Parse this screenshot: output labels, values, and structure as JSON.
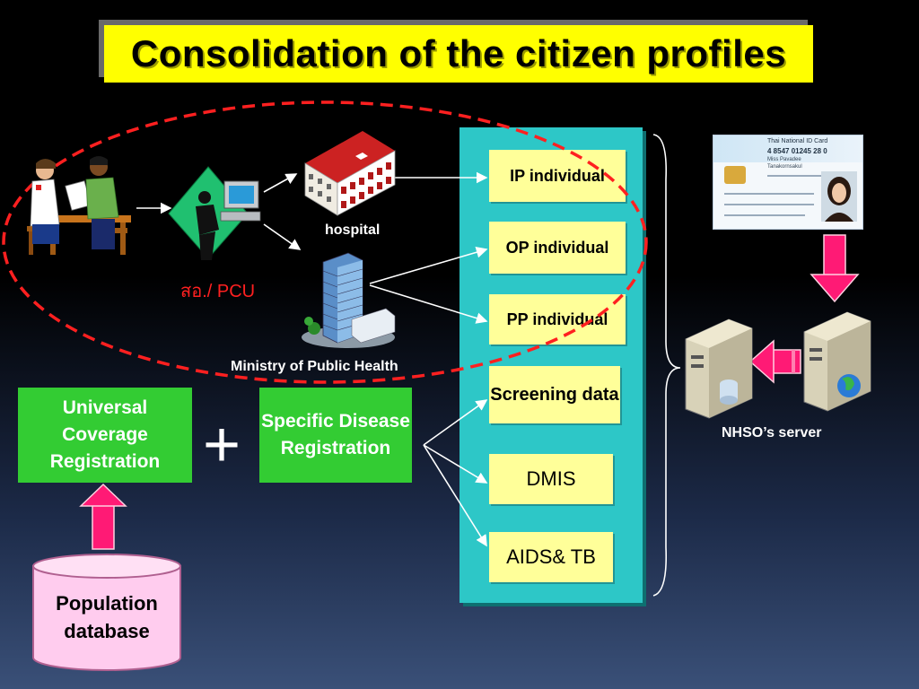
{
  "title": "Consolidation of the citizen profiles",
  "labels": {
    "pcu": "สอ./ PCU",
    "hospital": "hospital",
    "ministry": "Ministry of Public Health",
    "nhso_server": "NHSO’s server",
    "plus": "+"
  },
  "panel_items": [
    "IP individual",
    "OP individual",
    "PP individual",
    "Screening data",
    "DMIS",
    "AIDS& TB"
  ],
  "registrations": {
    "universal": "Universal Coverage Registration",
    "specific": "Specific Disease Registration"
  },
  "population_db": "Population database",
  "id_card": {
    "header": "Thai National ID Card",
    "number": "4 8547 01245 28 0",
    "name": "Miss Pavadee",
    "last_name": "Tanakornsakul"
  },
  "colors": {
    "title_bg": "#ffff00",
    "panel_bg": "#2dc7c7",
    "item_bg": "#ffff99",
    "green": "#33cc33",
    "arrow_pink": "#ff1a75",
    "ellipse": "#ff2020"
  }
}
